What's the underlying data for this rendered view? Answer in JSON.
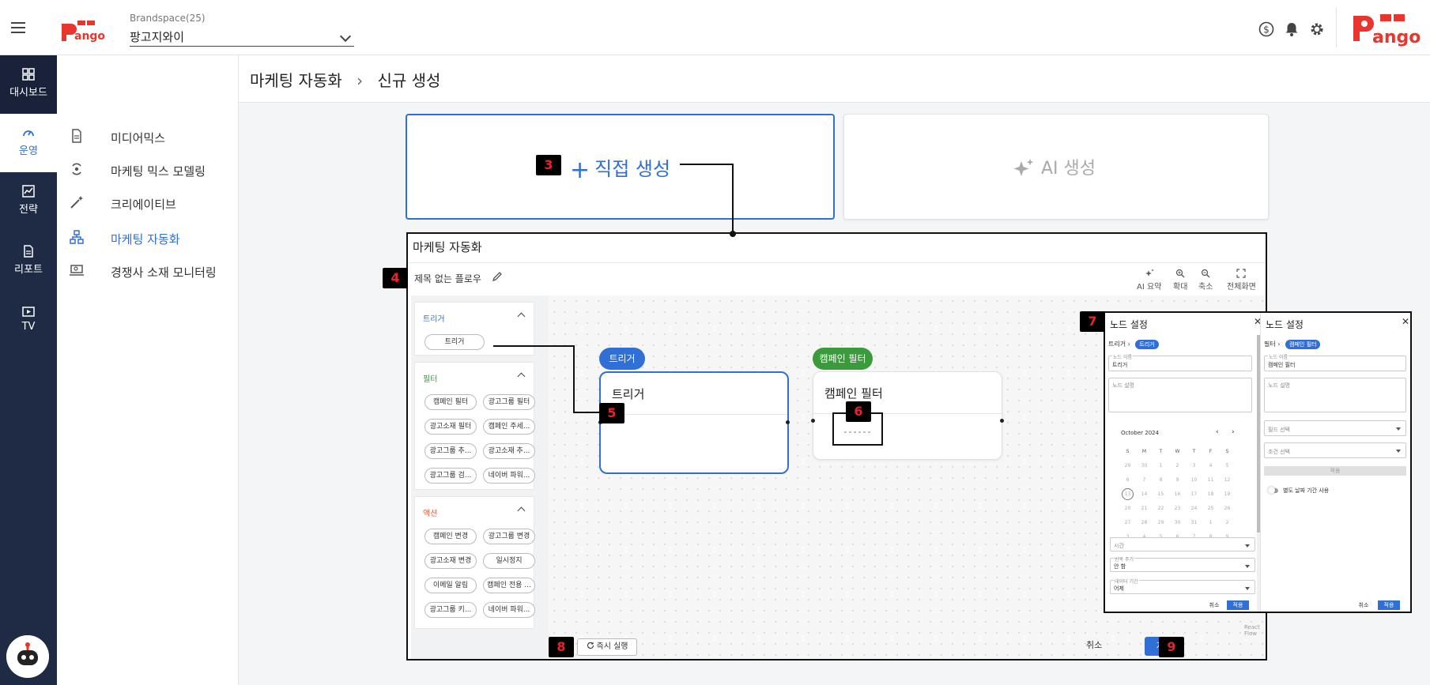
{
  "header": {
    "workspace_label": "Brandspace(25)",
    "workspace_value": "팡고지와이",
    "brand_colors": {
      "primary": "#2f6fd6",
      "logo": "#e8352e",
      "rail": "#1f2a44"
    }
  },
  "rail": {
    "items": [
      {
        "label": "대시보드",
        "icon": "dashboard-icon"
      },
      {
        "label": "운영",
        "icon": "gauge-icon"
      },
      {
        "label": "전략",
        "icon": "chart-icon"
      },
      {
        "label": "리포트",
        "icon": "document-icon"
      },
      {
        "label": "TV",
        "icon": "tv-icon"
      }
    ]
  },
  "submenu": {
    "items": [
      {
        "label": "미디어믹스",
        "icon": "document-icon"
      },
      {
        "label": "마케팅 믹스 모델링",
        "icon": "cycle-icon"
      },
      {
        "label": "크리에이티브",
        "icon": "magic-wand-icon"
      },
      {
        "label": "마케팅 자동화",
        "icon": "hierarchy-icon"
      },
      {
        "label": "경쟁사 소재 모니터링",
        "icon": "laptop-search-icon"
      }
    ]
  },
  "breadcrumb": {
    "parent": "마케팅 자동화",
    "separator": "›",
    "current": "신규 생성"
  },
  "create": {
    "direct_plus": "+",
    "direct_label": "직접 생성",
    "ai_label": "AI 생성"
  },
  "steps": [
    "3",
    "4",
    "5",
    "6",
    "7",
    "8",
    "9"
  ],
  "panel": {
    "title": "마케팅 자동화",
    "flow_title": "제목 없는 플로우",
    "tools": [
      "AI 요약",
      "확대",
      "축소",
      "전체화면"
    ],
    "palette": {
      "trigger": {
        "title": "트리거",
        "items": [
          "트리거"
        ]
      },
      "filter": {
        "title": "필터",
        "items": [
          "캠페인 필터",
          "광고그룹 필터",
          "광고소재 필터",
          "캠페인 주세...",
          "광고그룹 추...",
          "광고소재 추...",
          "광고그룹 검...",
          "네이버 파워..."
        ]
      },
      "action": {
        "title": "액션",
        "items": [
          "캠페인 변경",
          "광고그룹 변경",
          "광고소재 변경",
          "일시정지",
          "이메일 알림",
          "캠페인 전용 ...",
          "광고그룹 키...",
          "네이버 파워..."
        ]
      }
    },
    "nodes": [
      {
        "tag": "트리거",
        "title": "트리거"
      },
      {
        "tag": "캠페인 필터",
        "title": "캠페인 필터"
      }
    ],
    "run_label": "즉시 실행",
    "cancel_label": "취소",
    "save_label": "저장",
    "react_flow": "React Flow"
  },
  "node_settings_trigger": {
    "title": "노드 설정",
    "close": "✕",
    "crumb": "트리거",
    "chip": "트리거",
    "name_label": "노드 이름",
    "name_value": "트리거",
    "desc_label": "노드 설명",
    "calendar_month": "October 2024",
    "dow": [
      "S",
      "M",
      "T",
      "W",
      "T",
      "F",
      "S"
    ],
    "weeks": [
      [
        "29",
        "30",
        "1",
        "2",
        "3",
        "4",
        "5"
      ],
      [
        "6",
        "7",
        "8",
        "9",
        "10",
        "11",
        "12"
      ],
      [
        "13",
        "14",
        "15",
        "16",
        "17",
        "18",
        "19"
      ],
      [
        "20",
        "21",
        "22",
        "23",
        "24",
        "25",
        "26"
      ],
      [
        "27",
        "28",
        "29",
        "30",
        "31",
        "1",
        "2"
      ],
      [
        "3",
        "4",
        "5",
        "6",
        "7",
        "8",
        "9"
      ]
    ],
    "today": "13",
    "time_label": "시간",
    "repeat_label": "반복 주기",
    "repeat_value": "안 함",
    "data_label": "데이터 기간",
    "data_value": "어제",
    "cancel": "취소",
    "apply": "적용"
  },
  "node_settings_filter": {
    "title": "노드 설정",
    "close": "✕",
    "crumb": "필터",
    "chip": "캠페인 필터",
    "name_label": "노드 이름",
    "name_value": "캠페인 필터",
    "desc_label": "노드 설명",
    "field_select": "필드 선택",
    "cond_select": "조건 선택",
    "add_label": "적용",
    "toggle_label": "별도 날짜 기간 사용",
    "cancel": "취소",
    "apply": "적용"
  }
}
